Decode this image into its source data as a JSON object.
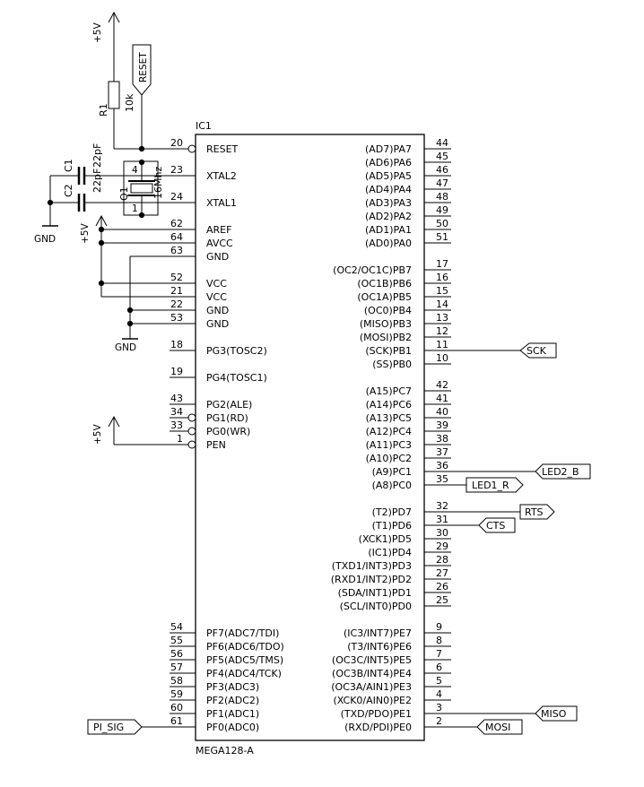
{
  "ic": {
    "ref": "IC1",
    "part": "MEGA128-A",
    "left_pins": [
      {
        "num": "20",
        "name": "RESET",
        "bubble": true
      },
      {
        "num": "23",
        "name": "XTAL2",
        "bubble": false
      },
      {
        "num": "24",
        "name": "XTAL1",
        "bubble": false
      },
      {
        "num": "62",
        "name": "AREF",
        "bubble": false
      },
      {
        "num": "64",
        "name": "AVCC",
        "bubble": false
      },
      {
        "num": "63",
        "name": "GND",
        "bubble": false
      },
      {
        "num": "52",
        "name": "VCC",
        "bubble": false
      },
      {
        "num": "21",
        "name": "VCC",
        "bubble": false
      },
      {
        "num": "22",
        "name": "GND",
        "bubble": false
      },
      {
        "num": "53",
        "name": "GND",
        "bubble": false
      },
      {
        "num": "18",
        "name": "PG3(TOSC2)",
        "bubble": false
      },
      {
        "num": "19",
        "name": "PG4(TOSC1)",
        "bubble": false
      },
      {
        "num": "43",
        "name": "PG2(ALE)",
        "bubble": false
      },
      {
        "num": "34",
        "name": "PG1(RD)",
        "bubble": true
      },
      {
        "num": "33",
        "name": "PG0(WR)",
        "bubble": true
      },
      {
        "num": "1",
        "name": "PEN",
        "bubble": true
      },
      {
        "num": "54",
        "name": "PF7(ADC7/TDI)",
        "bubble": false
      },
      {
        "num": "55",
        "name": "PF6(ADC6/TDO)",
        "bubble": false
      },
      {
        "num": "56",
        "name": "PF5(ADC5/TMS)",
        "bubble": false
      },
      {
        "num": "57",
        "name": "PF4(ADC4/TCK)",
        "bubble": false
      },
      {
        "num": "58",
        "name": "PF3(ADC3)",
        "bubble": false
      },
      {
        "num": "59",
        "name": "PF2(ADC2)",
        "bubble": false
      },
      {
        "num": "60",
        "name": "PF1(ADC1)",
        "bubble": false
      },
      {
        "num": "61",
        "name": "PF0(ADC0)",
        "bubble": false
      }
    ],
    "right_pins": [
      {
        "num": "44",
        "name": "(AD7)PA7"
      },
      {
        "num": "45",
        "name": "(AD6)PA6"
      },
      {
        "num": "46",
        "name": "(AD5)PA5"
      },
      {
        "num": "47",
        "name": "(AD4)PA4"
      },
      {
        "num": "48",
        "name": "(AD3)PA3"
      },
      {
        "num": "49",
        "name": "(AD2)PA2"
      },
      {
        "num": "50",
        "name": "(AD1)PA1"
      },
      {
        "num": "51",
        "name": "(AD0)PA0"
      },
      {
        "num": "17",
        "name": "(OC2/OC1C)PB7"
      },
      {
        "num": "16",
        "name": "(OC1B)PB6"
      },
      {
        "num": "15",
        "name": "(OC1A)PB5"
      },
      {
        "num": "14",
        "name": "(OC0)PB4"
      },
      {
        "num": "13",
        "name": "(MISO)PB3"
      },
      {
        "num": "12",
        "name": "(MOSI)PB2"
      },
      {
        "num": "11",
        "name": "(SCK)PB1"
      },
      {
        "num": "10",
        "name": "(SS)PB0"
      },
      {
        "num": "42",
        "name": "(A15)PC7"
      },
      {
        "num": "41",
        "name": "(A14)PC6"
      },
      {
        "num": "40",
        "name": "(A13)PC5"
      },
      {
        "num": "39",
        "name": "(A12)PC4"
      },
      {
        "num": "38",
        "name": "(A11)PC3"
      },
      {
        "num": "37",
        "name": "(A10)PC2"
      },
      {
        "num": "36",
        "name": "(A9)PC1"
      },
      {
        "num": "35",
        "name": "(A8)PC0"
      },
      {
        "num": "32",
        "name": "(T2)PD7"
      },
      {
        "num": "31",
        "name": "(T1)PD6"
      },
      {
        "num": "30",
        "name": "(XCK1)PD5"
      },
      {
        "num": "29",
        "name": "(IC1)PD4"
      },
      {
        "num": "28",
        "name": "(TXD1/INT3)PD3"
      },
      {
        "num": "27",
        "name": "(RXD1/INT2)PD2"
      },
      {
        "num": "26",
        "name": "(SDA/INT1)PD1"
      },
      {
        "num": "25",
        "name": "(SCL/INT0)PD0"
      },
      {
        "num": "9",
        "name": "(IC3/INT7)PE7"
      },
      {
        "num": "8",
        "name": "(T3/INT6)PE6"
      },
      {
        "num": "7",
        "name": "(OC3C/INT5)PE5"
      },
      {
        "num": "6",
        "name": "(OC3B/INT4)PE4"
      },
      {
        "num": "5",
        "name": "(OC3A/AIN1)PE3"
      },
      {
        "num": "4",
        "name": "(XCK0/AIN0)PE2"
      },
      {
        "num": "3",
        "name": "(TXD/PDO)PE1"
      },
      {
        "num": "2",
        "name": "(RXD/PDI)PE0"
      }
    ]
  },
  "power": {
    "vcc_top": "+5V",
    "vcc_mid": "+5V",
    "vcc_pen": "+5V",
    "gnd_left": "GND",
    "gnd_bottom": "GND"
  },
  "components": {
    "r1_ref": "R1",
    "r1_value": "10k",
    "c1_ref": "C1",
    "c1_value": "22pF",
    "c2_ref": "C2",
    "c2_value": "22pF",
    "q1_ref": "Q1",
    "q1_value": "16Mhz",
    "q1_pin4": "4",
    "q1_pin1": "1"
  },
  "net_labels": {
    "reset": "RESET",
    "sck": "SCK",
    "led2_b": "LED2_B",
    "led1_r": "LED1_R",
    "rts": "RTS",
    "cts": "CTS",
    "miso": "MISO",
    "mosi": "MOSI",
    "pi_sig": "PI_SIG"
  }
}
